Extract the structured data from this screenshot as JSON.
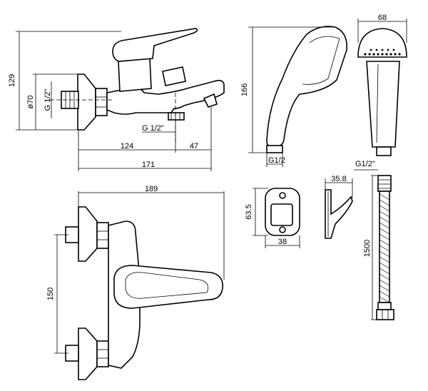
{
  "dimensions": {
    "height_129": "129",
    "dia_70": "ø70",
    "g_half_left": "G 1/2\"",
    "g_half_bottom": "G 1/2\"",
    "d124": "124",
    "d47": "47",
    "d171": "171",
    "d189": "189",
    "d150": "150",
    "d166": "166",
    "g1_2": "G1/2",
    "d68": "68",
    "d63_5": "63.5",
    "d38": "38",
    "d35_8": "35.8",
    "g1_2_hose": "G1/2\"",
    "d1500": "1500"
  }
}
